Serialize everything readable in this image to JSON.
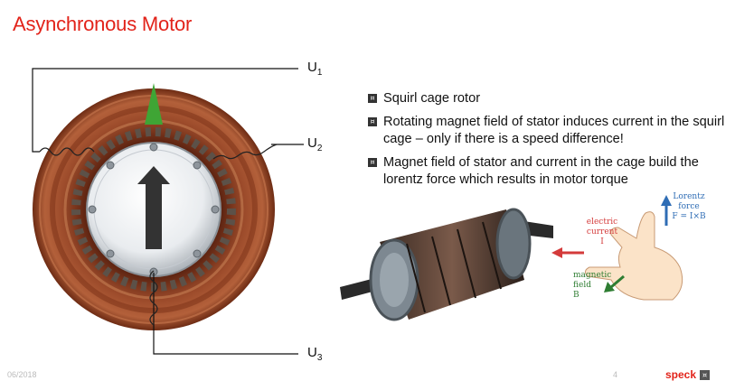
{
  "slide": {
    "title": "Asynchronous Motor",
    "footer_date": "06/2018",
    "page_number": "4",
    "logo_text": "speck"
  },
  "bullets": [
    "Squirl cage rotor",
    "Rotating magnet field of stator induces current in the squirl cage – only if there is a speed difference!",
    "Magnet field of stator and current in the cage build the lorentz force which results in motor torque"
  ],
  "stator_labels": {
    "u1": "U",
    "u1_sub": "1",
    "u2": "U",
    "u2_sub": "2",
    "u3": "U",
    "u3_sub": "3"
  },
  "hand_diagram": {
    "force_label_1": "Lorentz",
    "force_label_2": "force",
    "force_formula": "F = I×B",
    "current_label_1": "electric",
    "current_label_2": "current",
    "current_symbol": "I",
    "field_label_1": "magnetic",
    "field_label_2": "field",
    "field_symbol": "B"
  },
  "colors": {
    "title_red": "#e2231a",
    "copper": "#8a3a1f",
    "force_blue": "#2f6db5",
    "current_red": "#d43b3b",
    "field_green": "#2e7d32"
  }
}
